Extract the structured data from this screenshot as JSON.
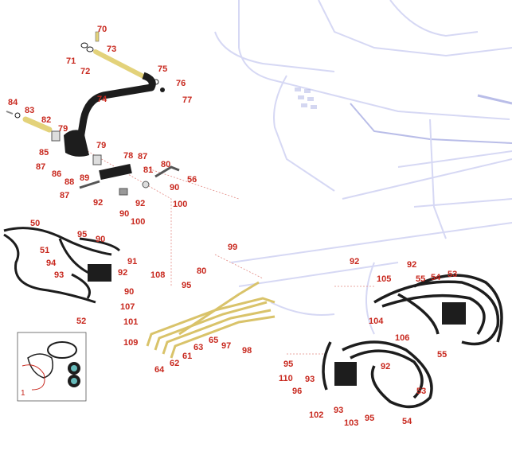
{
  "colors": {
    "callout": "#c8281e",
    "ghost": "#d6d8f4",
    "ghostDark": "#b9bde8",
    "part": "#1d1d1d",
    "brass": "#e3d27a",
    "pipe": "#d9c36a",
    "leader": "#e38a84"
  },
  "callouts": [
    "70",
    "71",
    "72",
    "73",
    "75",
    "76",
    "77",
    "84",
    "83",
    "82",
    "74",
    "79",
    "85",
    "87",
    "86",
    "88",
    "89",
    "79b",
    "78",
    "87b",
    "80",
    "81",
    "56",
    "90",
    "87c",
    "92",
    "90b",
    "92b",
    "100",
    "100b",
    "50",
    "95",
    "90c",
    "51",
    "91",
    "94",
    "92c",
    "93",
    "52",
    "99",
    "80b",
    "108",
    "95b",
    "90d",
    "107",
    "101",
    "109",
    "64",
    "62",
    "61",
    "63",
    "65",
    "97",
    "98",
    "92d",
    "92e",
    "105",
    "55",
    "54",
    "53",
    "104",
    "106",
    "55b",
    "92f",
    "95c",
    "110",
    "93b",
    "96",
    "102",
    "93c",
    "103",
    "95d",
    "53b",
    "54b"
  ],
  "labels": {
    "70": "70",
    "71": "71",
    "72": "72",
    "73": "73",
    "75": "75",
    "76": "76",
    "77": "77",
    "84": "84",
    "83": "83",
    "82": "82",
    "74": "74",
    "79": "79",
    "85": "85",
    "87": "87",
    "86": "86",
    "88": "88",
    "89": "89",
    "79b": "79",
    "78": "78",
    "87b": "87",
    "80": "80",
    "81": "81",
    "56": "56",
    "90": "90",
    "87c": "87",
    "92": "92",
    "90b": "90",
    "92b": "92",
    "100": "100",
    "100b": "100",
    "50": "50",
    "95": "95",
    "90c": "90",
    "51": "51",
    "91": "91",
    "94": "94",
    "92c": "92",
    "93": "93",
    "52": "52",
    "99": "99",
    "80b": "80",
    "108": "108",
    "95b": "95",
    "90d": "90",
    "107": "107",
    "101": "101",
    "109": "109",
    "64": "64",
    "62": "62",
    "61": "61",
    "63": "63",
    "65": "65",
    "97": "97",
    "98": "98",
    "92d": "92",
    "92e": "92",
    "105": "105",
    "55": "55",
    "54": "54",
    "53": "53",
    "104": "104",
    "106": "106",
    "55b": "55",
    "92f": "92",
    "95c": "95",
    "110": "110",
    "93b": "93",
    "96": "96",
    "102": "102",
    "93c": "93",
    "103": "103",
    "95d": "95",
    "53b": "53",
    "54b": "54"
  },
  "inset": {
    "label": "1"
  }
}
